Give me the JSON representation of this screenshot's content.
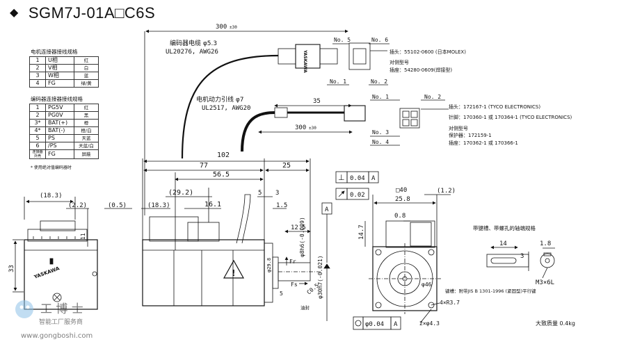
{
  "title": "SGM7J-01A□C6S",
  "table1": {
    "caption": "电机连接器接线规格",
    "rows": [
      {
        "no": "1",
        "signal": "U相",
        "color": "红"
      },
      {
        "no": "2",
        "signal": "V相",
        "color": "白"
      },
      {
        "no": "3",
        "signal": "W相",
        "color": "蓝"
      },
      {
        "no": "4",
        "signal": "FG",
        "color": "绿/黄"
      }
    ]
  },
  "table2": {
    "caption": "编码器连接器接线规格",
    "rows": [
      {
        "no": "1",
        "signal": "PG5V",
        "color": "红"
      },
      {
        "no": "2",
        "signal": "PG0V",
        "color": "黑"
      },
      {
        "no": "3*",
        "signal": "BAT(+)",
        "color": "橙"
      },
      {
        "no": "4*",
        "signal": "BAT(-)",
        "color": "橙/白"
      },
      {
        "no": "5",
        "signal": "PS",
        "color": "天蓝"
      },
      {
        "no": "6",
        "signal": "/PS",
        "color": "天蓝/白"
      },
      {
        "no": "连接器外壳",
        "signal": "FG",
        "color": "屏蔽"
      }
    ],
    "note": "* 使用绝对值编码器时"
  },
  "cables": {
    "encoder_label": "编码器电缆 φ5.3",
    "encoder_spec": "UL20276, AWG26",
    "power_label": "电机动力引线 φ7",
    "power_spec": "UL2517, AWG20",
    "len_top": "300",
    "len_top_tol": "±30",
    "len_mid": "35",
    "len_bot": "300",
    "len_bot_tol": "±30"
  },
  "enc_connector": {
    "no1": "No. 1",
    "no2": "No. 2",
    "no5": "No. 5",
    "no6": "No. 6",
    "plug": "插头：55102-0600 (日本MOLEX)",
    "mating": "对侧型号",
    "socket": "插座：54280-0609(焊接型)"
  },
  "pwr_connector": {
    "no1": "No. 1",
    "no2": "No. 2",
    "no3": "No. 3",
    "no4": "No. 4",
    "plug": "插头：172167-1 (TYCO ELECTRONICS)",
    "pins": "针脚：170360-1 或 170364-1 (TYCO ELECTRONICS)",
    "mating": "对侧型号",
    "cover": "保护器：172159-1",
    "socket": "插座：170362-1 或 170366-1"
  },
  "dims": {
    "d102": "102",
    "d77": "77",
    "d565": "56.5",
    "d25": "25",
    "d293": "(29.2)",
    "d161": "16.1",
    "d5": "5",
    "d3": "3",
    "d183a": "(18.3)",
    "d05": "(0.5)",
    "d183b": "(18.3)",
    "d22": "(2.2)",
    "d15": "1.5",
    "d125": "12.5",
    "d11": "11",
    "d33": "33",
    "d8h6": "φ8h6(-0.009)",
    "d30h7": "φ30h7(-0.021)",
    "d198": "φ29.8",
    "fr": "Fr",
    "fs": "Fs",
    "c05": "C0.5",
    "d5b": "5",
    "d40": "□40",
    "d12": "(1.2)",
    "d258": "25.8",
    "d08": "0.8",
    "d147": "14.7",
    "d46": "φ46",
    "d4r37": "4×R3.7",
    "d2h43": "2×φ4.3",
    "cut": "油封"
  },
  "tolerances": {
    "perp_sym": "⊥",
    "perp_val": "0.04",
    "perp_ref": "A",
    "run_val": "0.02",
    "datum": "A",
    "pos_val": "φ0.04",
    "pos_ref": "A"
  },
  "key_detail": {
    "caption": "带键槽、带螺孔的轴端规格",
    "d14": "14",
    "d18": "1.8",
    "d3": "3",
    "thread": "M3×6L",
    "note": "键槽：附带JIS B 1301-1996 (紧固型)平行键"
  },
  "brand": "YASKAWA",
  "mass": "大致质量 0.4kg",
  "watermark": {
    "cn": "工 博 士",
    "sub": "智能工厂服务商",
    "url": "www.gongboshi.com"
  }
}
